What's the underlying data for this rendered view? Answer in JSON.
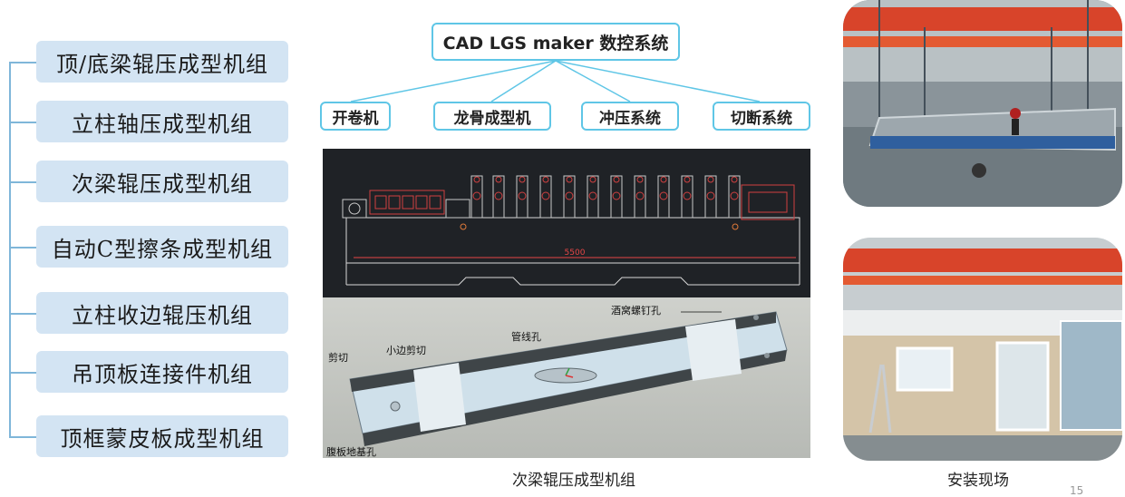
{
  "production_lines": [
    "顶/底梁辊压成型机组",
    "立柱轴压成型机组",
    "次梁辊压成型机组",
    "自动C型擦条成型机组",
    "立柱收边辊压机组",
    "吊顶板连接件机组",
    "顶框蒙皮板成型机组"
  ],
  "system": {
    "root": "CAD LGS maker 数控系统",
    "children": [
      "开卷机",
      "龙骨成型机",
      "冲压系统",
      "切断系统"
    ]
  },
  "cad_drawing": {
    "dimension": "5500"
  },
  "model_labels": {
    "nail_hole": "酒窝螺钉孔",
    "pipe_hole": "管线孔",
    "cut": "剪切",
    "small_edge_cut": "小边剪切",
    "base_hole": "腹板地基孔"
  },
  "captions": {
    "middle": "次梁辊压成型机组",
    "right": "安装现场"
  },
  "page_number": "15",
  "colors": {
    "accent_border": "#5fc6e6",
    "item_fill": "#d3e4f3",
    "crane_orange": "#e0421b"
  }
}
